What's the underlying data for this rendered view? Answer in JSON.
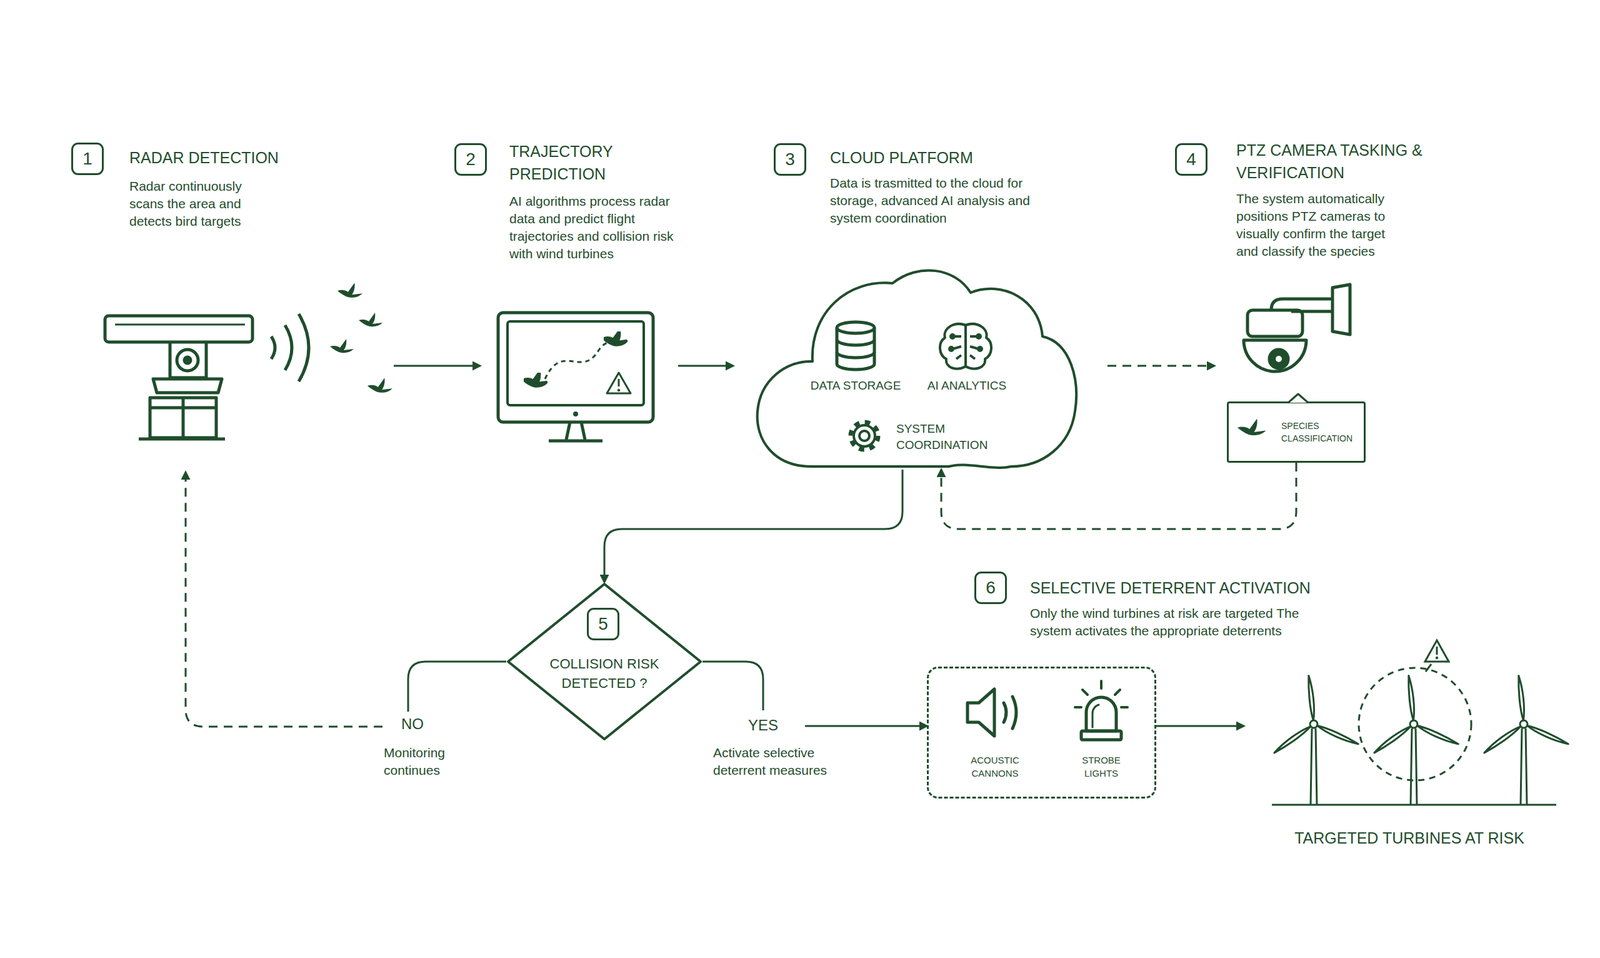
{
  "diagram": {
    "nodes": [
      {
        "text": [
          "RADAR DETECTION",
          "Radar continuously scans the area and detects bird targets"
        ]
      },
      {
        "text": [
          "1"
        ],
        "in": 0
      },
      {
        "text": [
          "TRAJECTORY PREDICTION",
          "AI algorithms process radar data and predict flight trajectories and collision risk with wind turbines"
        ]
      },
      {
        "text": [
          "2"
        ],
        "in": 2
      },
      {
        "text": [
          "CLOUD PLATFORM",
          "Data is trasmitted to the cloud for storage, advanced AI analysis and system coordination"
        ]
      },
      {
        "text": [
          "3"
        ],
        "in": 4
      },
      {
        "text": [
          "DATA STORAGE",
          "AI ANALYTICS",
          "SYSTEM COORDINATION"
        ],
        "in": 4
      },
      {
        "text": [
          "PTZ CAMERA TASKING & VERIFICATION",
          "The system automatically positions PTZ cameras to visually confirm the target and classify the species"
        ]
      },
      {
        "text": [
          "4"
        ],
        "in": 7
      },
      {
        "text": [
          "SPECIES CLASSIFICATION"
        ],
        "in": 7
      },
      {
        "text": [
          "COLLISION RISK DETECTED ?"
        ]
      },
      {
        "text": [
          "5"
        ],
        "in": 10
      },
      {
        "text": [
          "SELECTIVE DETERRENT ACTIVATION",
          "Only the wind turbines at risk are targeted The system activates the appropriate deterrents"
        ]
      },
      {
        "text": [
          "6"
        ],
        "in": 12
      },
      {
        "text": [
          "ACOUSTIC CANNONS",
          "STROBE LIGHTS"
        ],
        "in": 12
      },
      {
        "text": [
          "TARGETED TURBINES AT RISK"
        ]
      }
    ],
    "edges": [
      {
        "from": 0,
        "to": 2,
        "arrow": "to"
      },
      {
        "from": 2,
        "to": 4,
        "arrow": "to"
      },
      {
        "from": 4,
        "to": 7,
        "arrow": "to"
      },
      {
        "from": 9,
        "to": 6,
        "arrow": "to"
      },
      {
        "from": 6,
        "to": 10,
        "arrow": "to"
      },
      {
        "from": 10,
        "to": 0,
        "label": "NO",
        "arrow": "to"
      },
      {
        "from": 10,
        "to": 14,
        "label": "YES",
        "arrow": "to"
      },
      {
        "from": 14,
        "to": 15,
        "arrow": "to"
      }
    ],
    "labels": [
      "Monitoring continues",
      "Activate selective deterrent measures"
    ]
  }
}
